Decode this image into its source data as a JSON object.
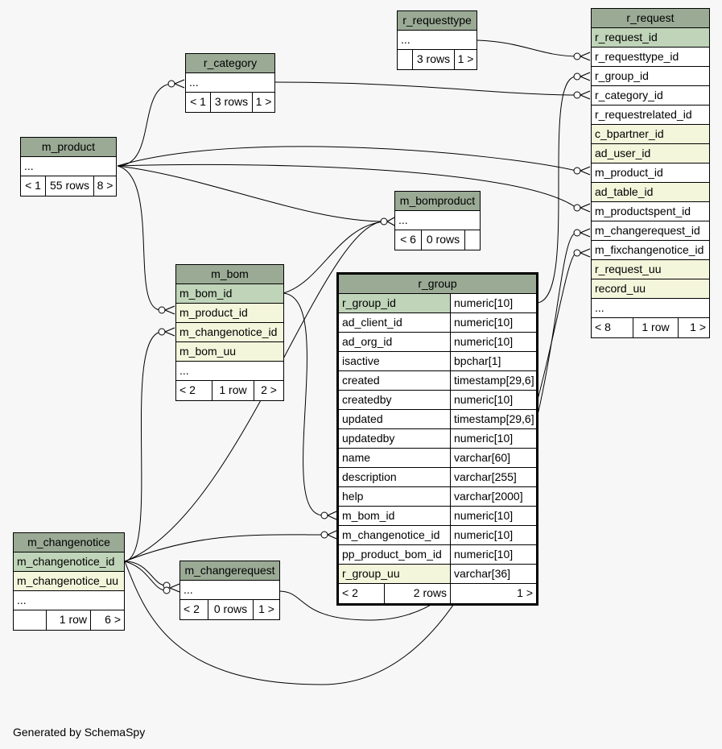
{
  "footer": "Generated by SchemaSpy",
  "tables": {
    "r_requesttype": {
      "name": "r_requesttype",
      "rows": [
        "..."
      ],
      "footer": [
        "",
        "3 rows",
        "1 >"
      ]
    },
    "r_category": {
      "name": "r_category",
      "rows": [
        "..."
      ],
      "footer": [
        "< 1",
        "3 rows",
        "1 >"
      ]
    },
    "m_product": {
      "name": "m_product",
      "rows": [
        "..."
      ],
      "footer": [
        "< 1",
        "55 rows",
        "8 >"
      ]
    },
    "m_bomproduct": {
      "name": "m_bomproduct",
      "rows": [
        "..."
      ],
      "footer": [
        "< 6",
        "0 rows",
        ""
      ]
    },
    "m_bom": {
      "name": "m_bom",
      "rows": [
        "m_bom_id",
        "m_product_id",
        "m_changenotice_id",
        "m_bom_uu",
        "..."
      ],
      "footer": [
        "< 2",
        "1 row",
        "2 >"
      ]
    },
    "r_request": {
      "name": "r_request",
      "rows": [
        "r_request_id",
        "r_requesttype_id",
        "r_group_id",
        "r_category_id",
        "r_requestrelated_id",
        "c_bpartner_id",
        "ad_user_id",
        "m_product_id",
        "ad_table_id",
        "m_productspent_id",
        "m_changerequest_id",
        "m_fixchangenotice_id",
        "r_request_uu",
        "record_uu",
        "..."
      ],
      "footer": [
        "< 8",
        "1 row",
        "1 >"
      ]
    },
    "r_group": {
      "name": "r_group",
      "columns": [
        [
          "r_group_id",
          "numeric[10]"
        ],
        [
          "ad_client_id",
          "numeric[10]"
        ],
        [
          "ad_org_id",
          "numeric[10]"
        ],
        [
          "isactive",
          "bpchar[1]"
        ],
        [
          "created",
          "timestamp[29,6]"
        ],
        [
          "createdby",
          "numeric[10]"
        ],
        [
          "updated",
          "timestamp[29,6]"
        ],
        [
          "updatedby",
          "numeric[10]"
        ],
        [
          "name",
          "varchar[60]"
        ],
        [
          "description",
          "varchar[255]"
        ],
        [
          "help",
          "varchar[2000]"
        ],
        [
          "m_bom_id",
          "numeric[10]"
        ],
        [
          "m_changenotice_id",
          "numeric[10]"
        ],
        [
          "pp_product_bom_id",
          "numeric[10]"
        ],
        [
          "r_group_uu",
          "varchar[36]"
        ]
      ],
      "footer": [
        "< 2",
        "2 rows",
        "1 >"
      ]
    },
    "m_changenotice": {
      "name": "m_changenotice",
      "rows": [
        "m_changenotice_id",
        "m_changenotice_uu",
        "..."
      ],
      "footer": [
        "",
        "1 row",
        "6 >"
      ]
    },
    "m_changerequest": {
      "name": "m_changerequest",
      "rows": [
        "..."
      ],
      "footer": [
        "< 2",
        "0 rows",
        "1 >"
      ]
    }
  }
}
